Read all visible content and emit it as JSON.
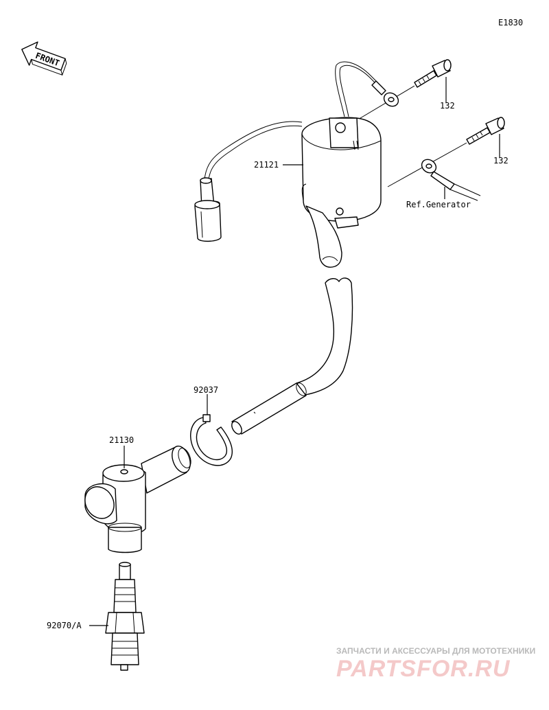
{
  "diagram": {
    "code": "E1830",
    "front_label": "FRONT",
    "parts": {
      "bolt_upper": "132",
      "bolt_lower": "132",
      "ignition_coil": "21121",
      "ref_generator": "Ref.Generator",
      "clamp": "92037",
      "plug_cap": "21130",
      "spark_plug": "92070/A"
    }
  },
  "watermark": {
    "tagline": "ЗАПЧАСТИ И АКСЕССУАРЫ ДЛЯ МОТОТЕХНИКИ",
    "brand": "PARTSFOR.RU"
  }
}
